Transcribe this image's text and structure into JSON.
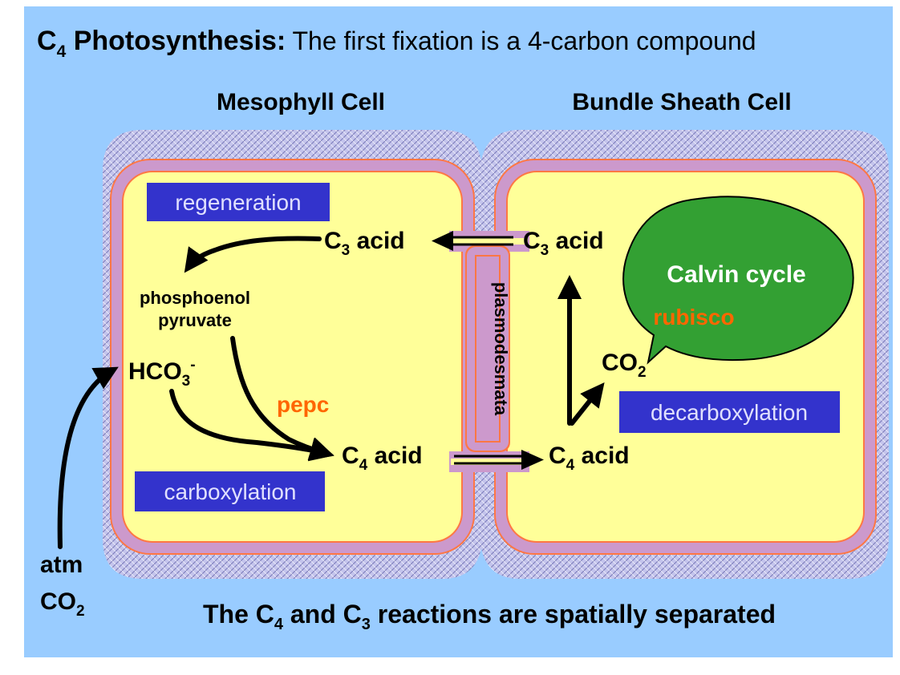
{
  "title": {
    "bold_c": "C",
    "bold_sub": "4",
    "bold_rest": " Photosynthesis:",
    "normal": " The first fixation is a 4-carbon compound"
  },
  "cells": {
    "mesophyll": "Mesophyll Cell",
    "bundle_sheath": "Bundle Sheath Cell"
  },
  "plasmodesmata": "plasmodesmata",
  "labels": {
    "regeneration": "regeneration",
    "carboxylation": "carboxylation",
    "decarboxylation": "decarboxylation",
    "pepc": "pepc",
    "calvin_cycle": "Calvin cycle",
    "rubisco": "rubisco",
    "phosphoenol": "phosphoenol",
    "pyruvate": "pyruvate",
    "atm": "atm"
  },
  "compounds": {
    "c3_left": {
      "main": "C",
      "sub": "3",
      "rest": " acid"
    },
    "c3_right": {
      "main": "C",
      "sub": "3",
      "rest": " acid"
    },
    "c4_left": {
      "main": "C",
      "sub": "4",
      "rest": " acid"
    },
    "c4_right": {
      "main": "C",
      "sub": "4",
      "rest": " acid"
    },
    "hco3": {
      "main": "HCO",
      "sub": "3",
      "sup": "-"
    },
    "co2_bundle": {
      "main": "CO",
      "sub": "2"
    },
    "co2_atm": {
      "main": "CO",
      "sub": "2"
    }
  },
  "footer": {
    "p1": "The C",
    "s1": "4",
    "p2": " and C",
    "s2": "3",
    "p3": " reactions are spatially separated"
  },
  "colors": {
    "background": "#99ccff",
    "cell_fill": "#ffff99",
    "membrane": "#cc99cc",
    "membrane_edge": "#ff6633",
    "wall": "#b8b8e8",
    "label_box": "#3333cc",
    "label_text": "#e0e0ff",
    "calvin": "#33a033",
    "orange": "#ff6600"
  }
}
